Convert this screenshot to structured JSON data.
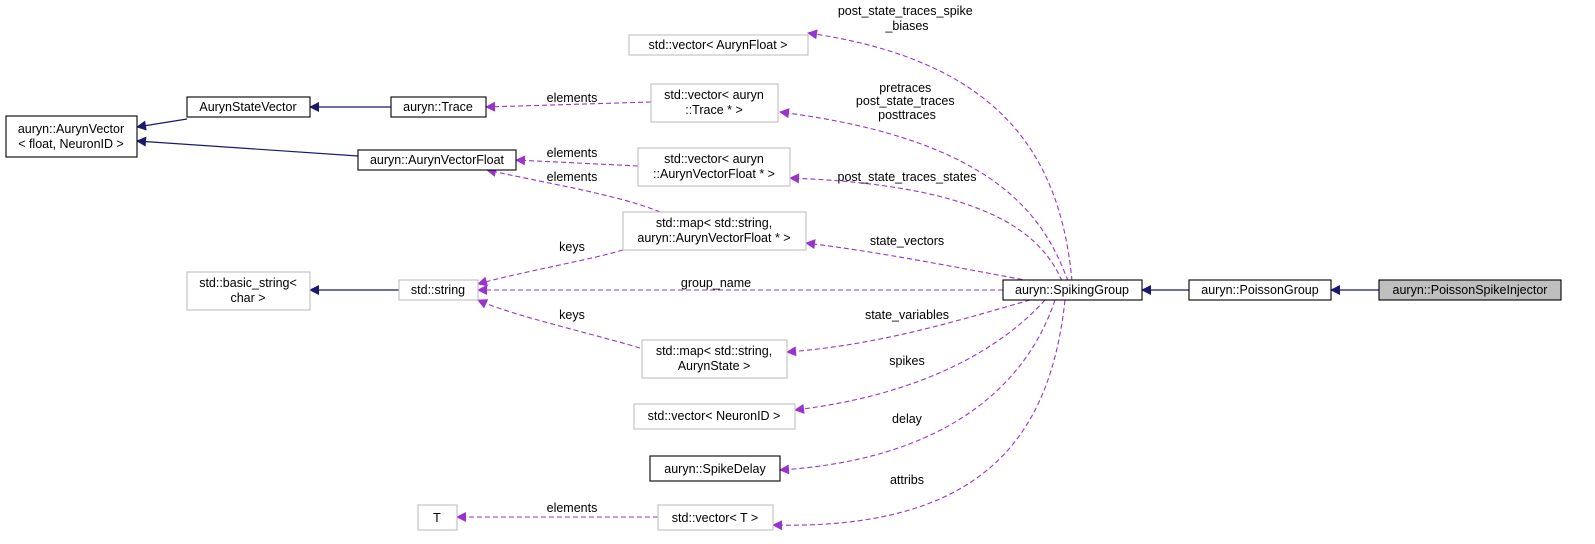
{
  "nodes": {
    "spike_injector": {
      "lines": [
        "auryn::PoissonSpikeInjector"
      ]
    },
    "poisson_group": {
      "lines": [
        "auryn::PoissonGroup"
      ]
    },
    "spiking_group": {
      "lines": [
        "auryn::SpikingGroup"
      ]
    },
    "vec_auryn_float": {
      "lines": [
        "std::vector< AurynFloat >"
      ]
    },
    "vec_trace": {
      "lines": [
        "std::vector< auryn",
        "::Trace * >"
      ]
    },
    "vec_vector_float": {
      "lines": [
        "std::vector< auryn",
        "::AurynVectorFloat * >"
      ]
    },
    "map_vector_float": {
      "lines": [
        "std::map< std::string,",
        "auryn::AurynVectorFloat * >"
      ]
    },
    "map_state": {
      "lines": [
        "std::map< std::string,",
        "AurynState >"
      ]
    },
    "vec_neuron_id": {
      "lines": [
        "std::vector< NeuronID >"
      ]
    },
    "spike_delay": {
      "lines": [
        "auryn::SpikeDelay"
      ]
    },
    "vec_t": {
      "lines": [
        "std::vector< T >"
      ]
    },
    "t": {
      "lines": [
        "T"
      ]
    },
    "std_string": {
      "lines": [
        "std::string"
      ]
    },
    "basic_string": {
      "lines": [
        "std::basic_string<",
        "char >"
      ]
    },
    "trace": {
      "lines": [
        "auryn::Trace"
      ]
    },
    "auryn_state_vector": {
      "lines": [
        "AurynStateVector"
      ]
    },
    "auryn_vector_float": {
      "lines": [
        "auryn::AurynVectorFloat"
      ]
    },
    "auryn_vector": {
      "lines": [
        "auryn::AurynVector",
        "< float, NeuronID >"
      ]
    }
  },
  "edges": {
    "post_state_traces_spike_biases": {
      "lines": [
        "post_state_traces_spike",
        "_biases"
      ]
    },
    "pretraces": {
      "lines": [
        "pretraces",
        "post_state_traces",
        "posttraces"
      ]
    },
    "post_state_traces_states": {
      "lines": [
        "post_state_traces_states"
      ]
    },
    "state_vectors": {
      "lines": [
        "state_vectors"
      ]
    },
    "group_name": {
      "lines": [
        "group_name"
      ]
    },
    "state_variables": {
      "lines": [
        "state_variables"
      ]
    },
    "spikes": {
      "lines": [
        "spikes"
      ]
    },
    "delay": {
      "lines": [
        "delay"
      ]
    },
    "attribs": {
      "lines": [
        "attribs"
      ]
    },
    "elements_trace": {
      "lines": [
        "elements"
      ]
    },
    "elements_vector_float": {
      "lines": [
        "elements"
      ]
    },
    "elements_map": {
      "lines": [
        "elements"
      ]
    },
    "keys_map_vector": {
      "lines": [
        "keys"
      ]
    },
    "keys_map_state": {
      "lines": [
        "keys"
      ]
    },
    "elements_t": {
      "lines": [
        "elements"
      ]
    }
  },
  "colors": {
    "inheritance_edge": "#191970",
    "member_edge": "#9a32cd",
    "highlighted_node": "#bfbfbf",
    "external_node_border": "#bfbfbf"
  }
}
